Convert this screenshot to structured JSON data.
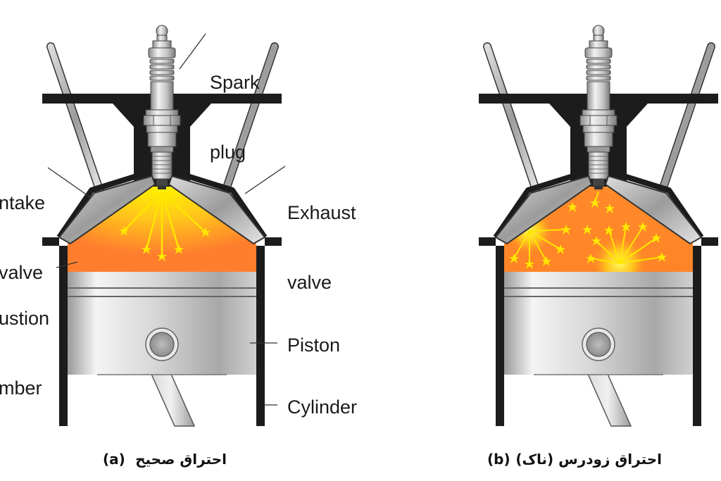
{
  "diagram_a": {
    "labels": {
      "spark_plug": [
        "Spark",
        "plug"
      ],
      "intake_valve": [
        "ntake",
        "valve"
      ],
      "exhaust_valve": [
        "Exhaust",
        "valve"
      ],
      "combustion_chamber": [
        "ustion",
        "mber"
      ],
      "piston": "Piston",
      "cylinder": "Cylinder"
    },
    "caption_letter": "(a)",
    "caption_text": "احتراق صحیح"
  },
  "diagram_b": {
    "caption_letter": "(b)",
    "caption_text": "احتراق زودرس (ناک)"
  },
  "colors": {
    "flame_yellow": "#ffe600",
    "flame_orange": "#ff8a2a",
    "metal_light": "#eeeeee",
    "metal_dark": "#8a8a8a",
    "block": "#1c1c1c"
  }
}
